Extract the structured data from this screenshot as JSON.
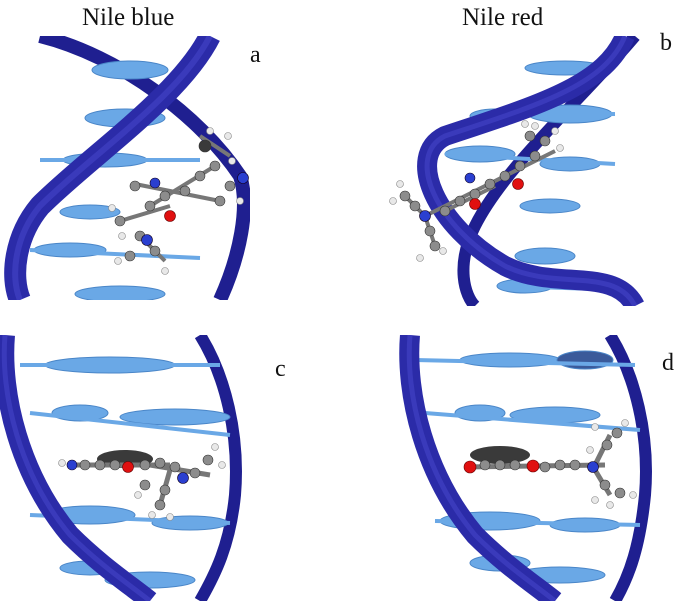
{
  "columns": {
    "left_title": "Nile blue",
    "right_title": "Nile red"
  },
  "panels": [
    {
      "id": "a",
      "label": "a",
      "dye": "Nile blue",
      "view": "side"
    },
    {
      "id": "b",
      "label": "b",
      "dye": "Nile red",
      "view": "side"
    },
    {
      "id": "c",
      "label": "c",
      "dye": "Nile blue",
      "view": "groove"
    },
    {
      "id": "d",
      "label": "d",
      "dye": "Nile red",
      "view": "groove"
    }
  ],
  "colors": {
    "backbone": "#2b2ba8",
    "backbone_dark": "#1a1a7a",
    "base": "#6aa8e6",
    "base_dark": "#4a86c8",
    "carbon": "#8c8c8c",
    "carbon_dark": "#3a3a3a",
    "hydrogen": "#e8e8e8",
    "nitrogen": "#2a3fd0",
    "oxygen": "#e01010"
  }
}
